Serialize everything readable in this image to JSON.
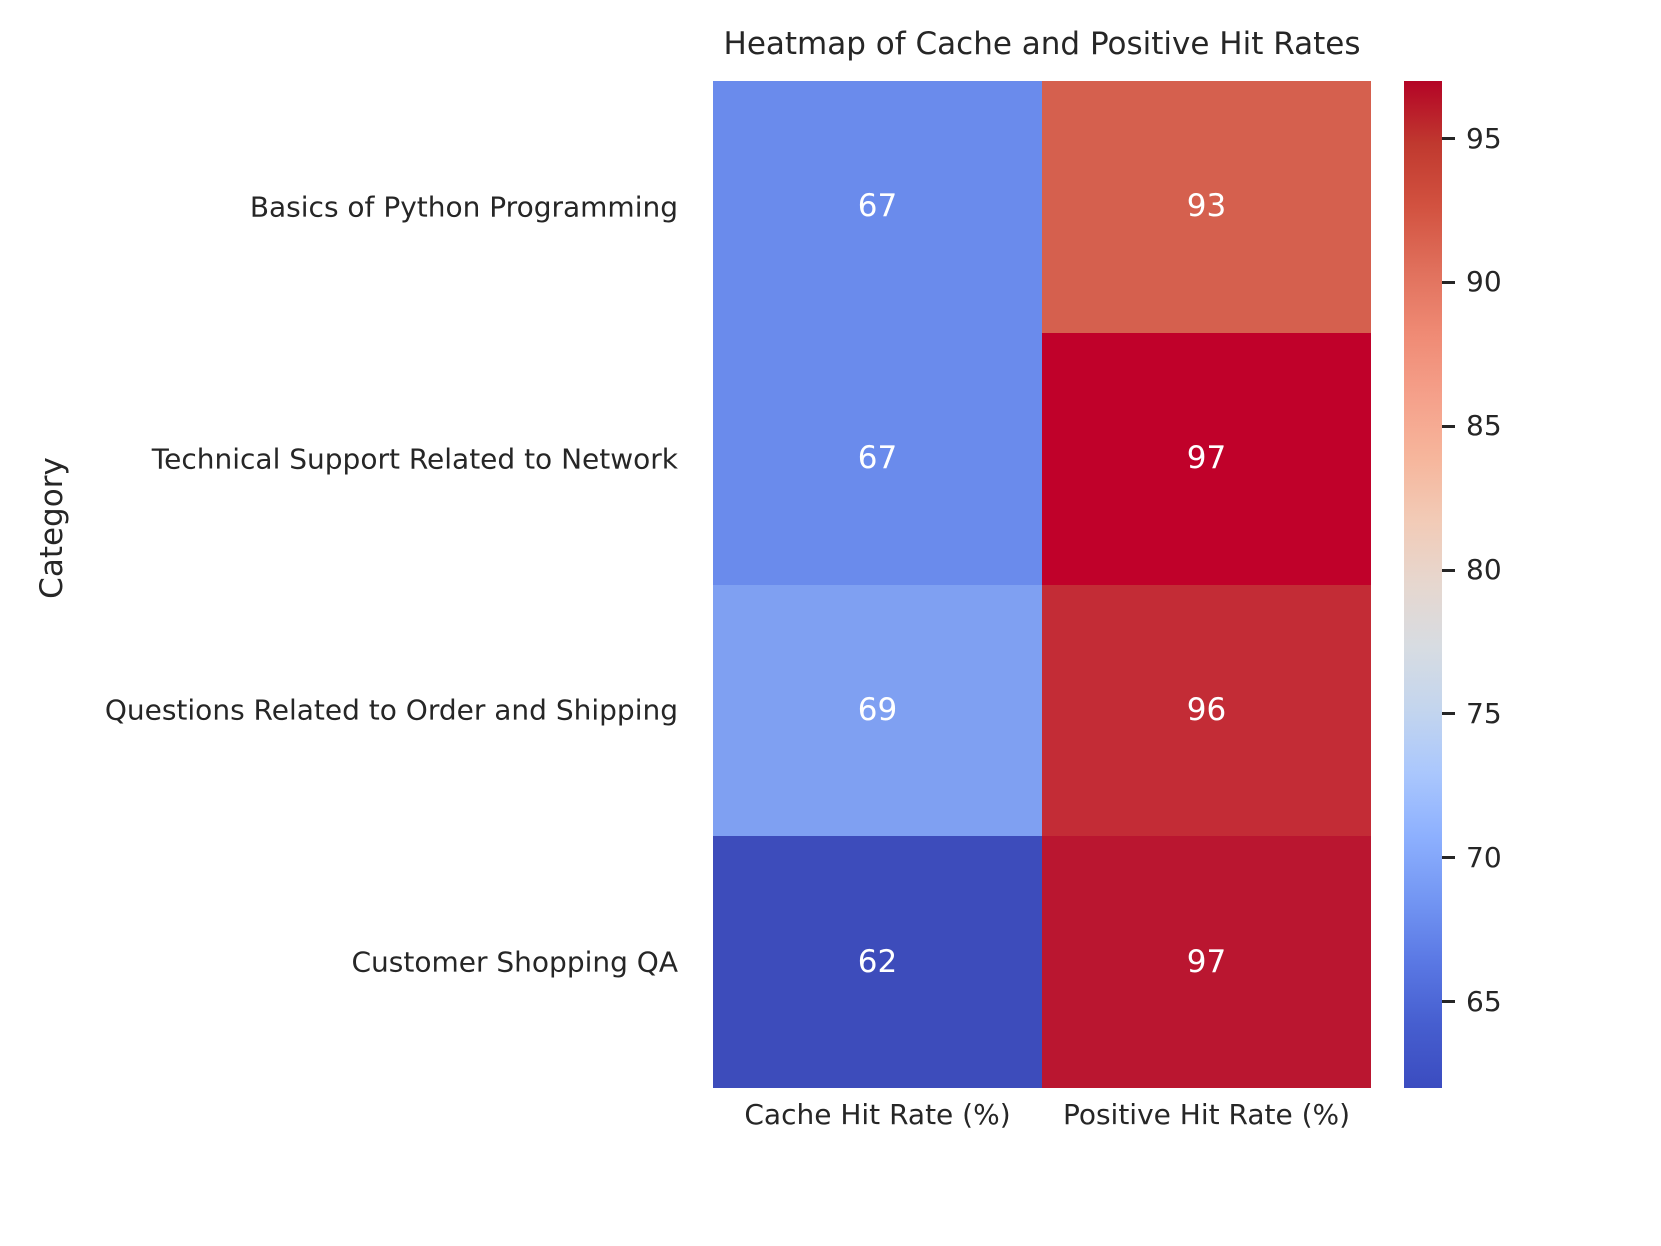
{
  "chart_data": {
    "type": "heatmap",
    "title": "Heatmap of Cache and Positive Hit Rates",
    "xlabel": "",
    "ylabel": "Category",
    "categories": [
      "Basics of Python Programming",
      "Technical Support Related to Network",
      "Questions Related to Order and Shipping",
      "Customer Shopping QA"
    ],
    "columns": [
      "Cache Hit Rate (%)",
      "Positive Hit Rate (%)"
    ],
    "values": [
      [
        67,
        93
      ],
      [
        67,
        97
      ],
      [
        69,
        96
      ],
      [
        62,
        97
      ]
    ],
    "cell_colors": [
      [
        "#6a8bec",
        "#d5604e"
      ],
      [
        "#6a8bec",
        "#c0012a"
      ],
      [
        "#7fa0f2",
        "#c32c36"
      ],
      [
        "#3d4cbb",
        "#ba1630"
      ]
    ],
    "annotations": [
      "67",
      "93",
      "67",
      "97",
      "69",
      "96",
      "62",
      "97"
    ],
    "colormap": "coolwarm",
    "colorbar": {
      "ticks": [
        95,
        90,
        85,
        80,
        75,
        70,
        65
      ],
      "tick_labels": [
        "95",
        "90",
        "85",
        "80",
        "75",
        "70",
        "65"
      ],
      "vmin": 62,
      "vmax": 97,
      "position": "right",
      "gradient_stops": [
        "#b40426",
        "#c0392f",
        "#d25240",
        "#e0705c",
        "#ef8a74",
        "#f5a08a",
        "#f6b69c",
        "#f2cbb7",
        "#e6d7cf",
        "#d7dce2",
        "#c3d5ee",
        "#aac7fd",
        "#8db0fe",
        "#7396f3",
        "#5a78e4",
        "#465ecf",
        "#3b4cc0"
      ]
    },
    "grid": false,
    "legend": "colorbar"
  },
  "axes": {
    "title": "Heatmap of Cache and Positive Hit Rates",
    "ylabel": "Category"
  }
}
